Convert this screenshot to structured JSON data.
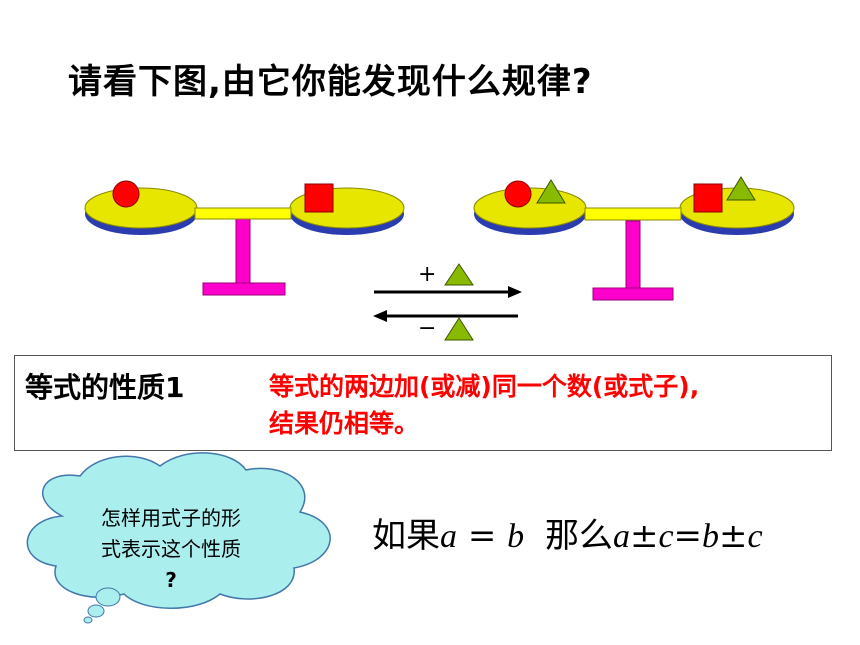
{
  "title": "请看下图,由它你能发现什么规律?",
  "arrows": {
    "plus_sign": "+",
    "minus_sign": "−"
  },
  "property": {
    "name": "等式的性质1",
    "line1": "等式的两边加(或减)同一个数(或式子),",
    "line2": "结果仍相等。"
  },
  "bubble": {
    "line1": "怎样用式子的形",
    "line2": "式表示这个性质",
    "line3": "?"
  },
  "formula": {
    "if_word": "如果",
    "eq1_left": "a",
    "eq_sign": "=",
    "eq1_right": "b",
    "then_word": "那么",
    "var_a": "a",
    "pm": "±",
    "var_c": "c",
    "var_b": "b"
  },
  "colors": {
    "pan_fill": "#e6e600",
    "pan_rim": "#2b3bb0",
    "stand": "#ff00cc",
    "circle": "#ff0000",
    "square": "#ff0000",
    "triangle": "#88bb00",
    "prop_text": "#ff0000"
  }
}
